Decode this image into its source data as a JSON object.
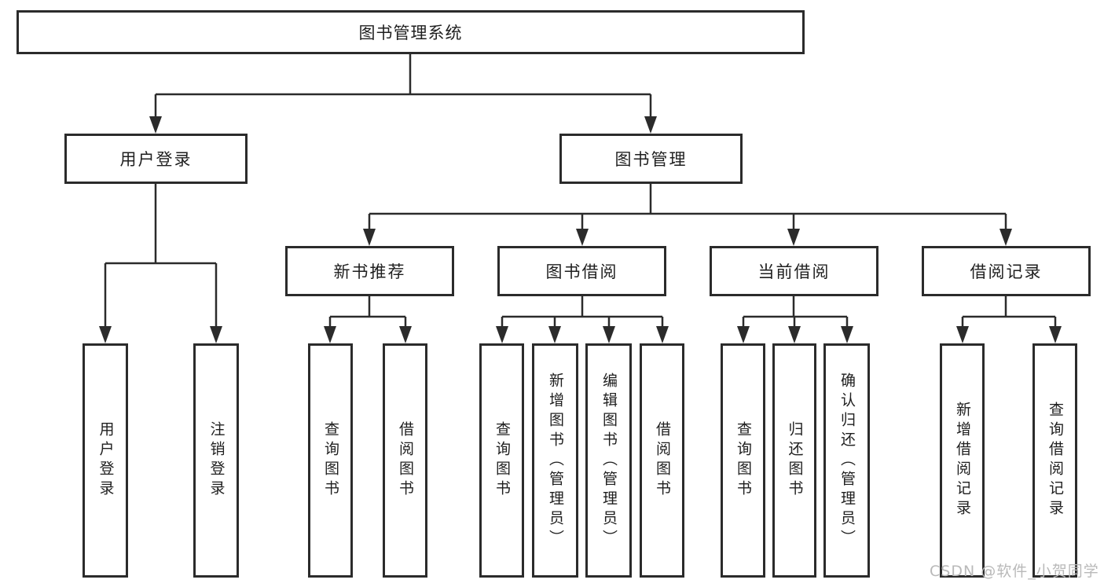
{
  "tree": {
    "root": {
      "label": "图书管理系统"
    },
    "branches": [
      {
        "label": "用户登录",
        "children": [
          {
            "label": "用户登录"
          },
          {
            "label": "注销登录"
          }
        ]
      },
      {
        "label": "图书管理",
        "children": [
          {
            "label": "新书推荐",
            "children": [
              {
                "label": "查询图书"
              },
              {
                "label": "借阅图书"
              }
            ]
          },
          {
            "label": "图书借阅",
            "children": [
              {
                "label": "查询图书"
              },
              {
                "label": "新增图书（管理员）"
              },
              {
                "label": "编辑图书（管理员）"
              },
              {
                "label": "借阅图书"
              }
            ]
          },
          {
            "label": "当前借阅",
            "children": [
              {
                "label": "查询图书"
              },
              {
                "label": "归还图书"
              },
              {
                "label": "确认归还（管理员）"
              }
            ]
          },
          {
            "label": "借阅记录",
            "children": [
              {
                "label": "新增借阅记录"
              },
              {
                "label": "查询借阅记录"
              }
            ]
          }
        ]
      }
    ]
  },
  "watermark": {
    "text": "CSDN @软件_小贺同学"
  },
  "colors": {
    "line": "#2b2b2b",
    "text": "#1f1f1f",
    "watermark": "#b9b9b9",
    "background": "#ffffff"
  }
}
